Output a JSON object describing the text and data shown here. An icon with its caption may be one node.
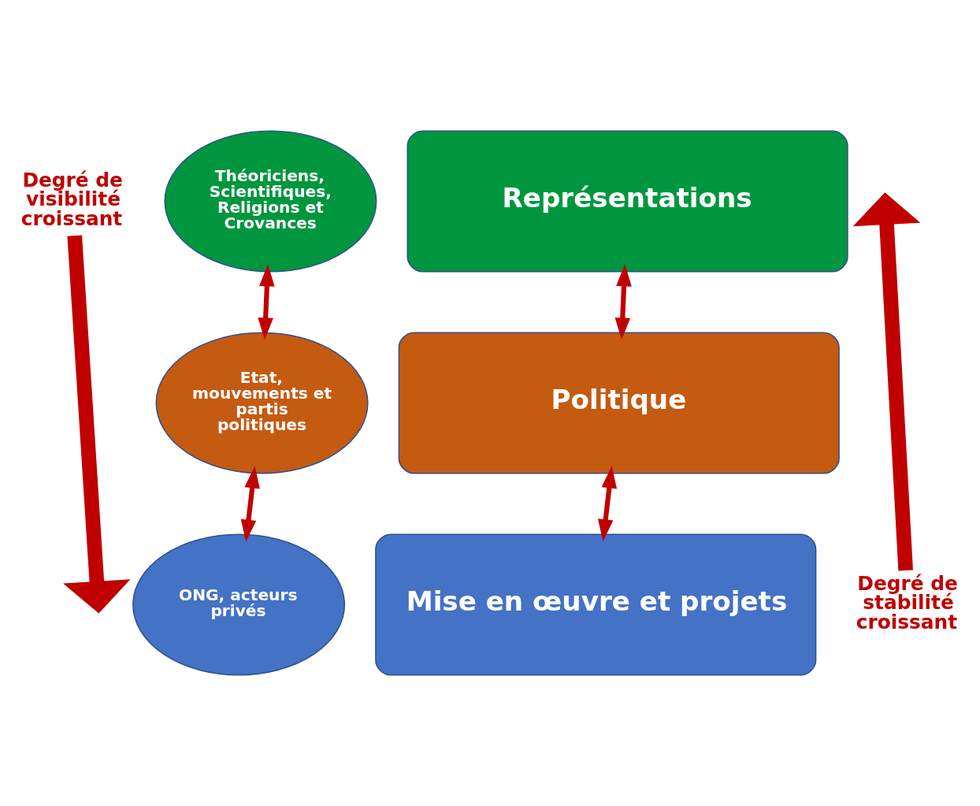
{
  "diagram": {
    "nodes": [
      {
        "text": [
          "Théoriciens, Scientifiques, Religions et Crovances"
        ]
      },
      {
        "text": [
          "Représentations"
        ]
      },
      {
        "text": [
          "Etat, mouvements et partis politiques"
        ]
      },
      {
        "text": [
          "Politique"
        ]
      },
      {
        "text": [
          "ONG, acteurs privés"
        ]
      },
      {
        "text": [
          "Mise en œuvre et projets"
        ]
      },
      {
        "text": [
          "Degré de visibilité croissant"
        ]
      },
      {
        "text": [
          "Degré de stabilité croissant"
        ]
      }
    ],
    "edges": [
      {
        "from": 0,
        "to": 2,
        "arrow": "both"
      },
      {
        "from": 1,
        "to": 3,
        "arrow": "both"
      },
      {
        "from": 2,
        "to": 4,
        "arrow": "both"
      },
      {
        "from": 3,
        "to": 5,
        "arrow": "both"
      },
      {
        "from": 6,
        "to": null,
        "arrow": "to",
        "style": "thick"
      },
      {
        "from": 7,
        "to": null,
        "arrow": "to",
        "style": "thick"
      }
    ]
  }
}
